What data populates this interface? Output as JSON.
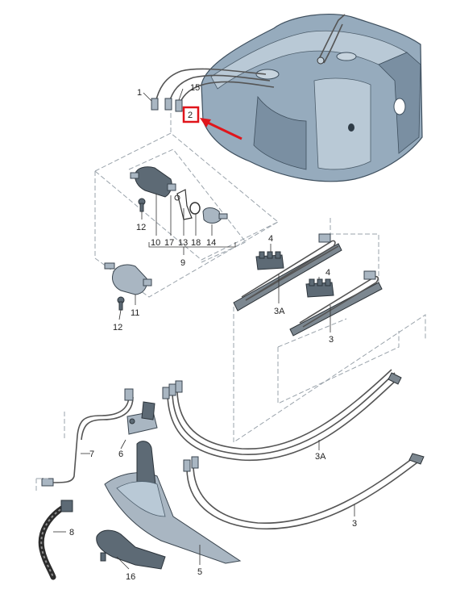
{
  "callouts": {
    "p1": "1",
    "p2": "2",
    "p3a": "3",
    "p3b": "3",
    "p3A_a": "3A",
    "p3A_b": "3A",
    "p4a": "4",
    "p4b": "4",
    "p5": "5",
    "p6": "6",
    "p7": "7",
    "p8": "8",
    "p9": "9",
    "p10": "10",
    "p11": "11",
    "p12a": "12",
    "p12b": "12",
    "p13": "13",
    "p14": "14",
    "p15": "15",
    "p16": "16",
    "p17": "17",
    "p18": "18"
  },
  "colors": {
    "highlight": "#e0151b",
    "tank": "#96abbd",
    "dashed_frame": "#9aa3ab"
  },
  "highlighted_part": "2"
}
